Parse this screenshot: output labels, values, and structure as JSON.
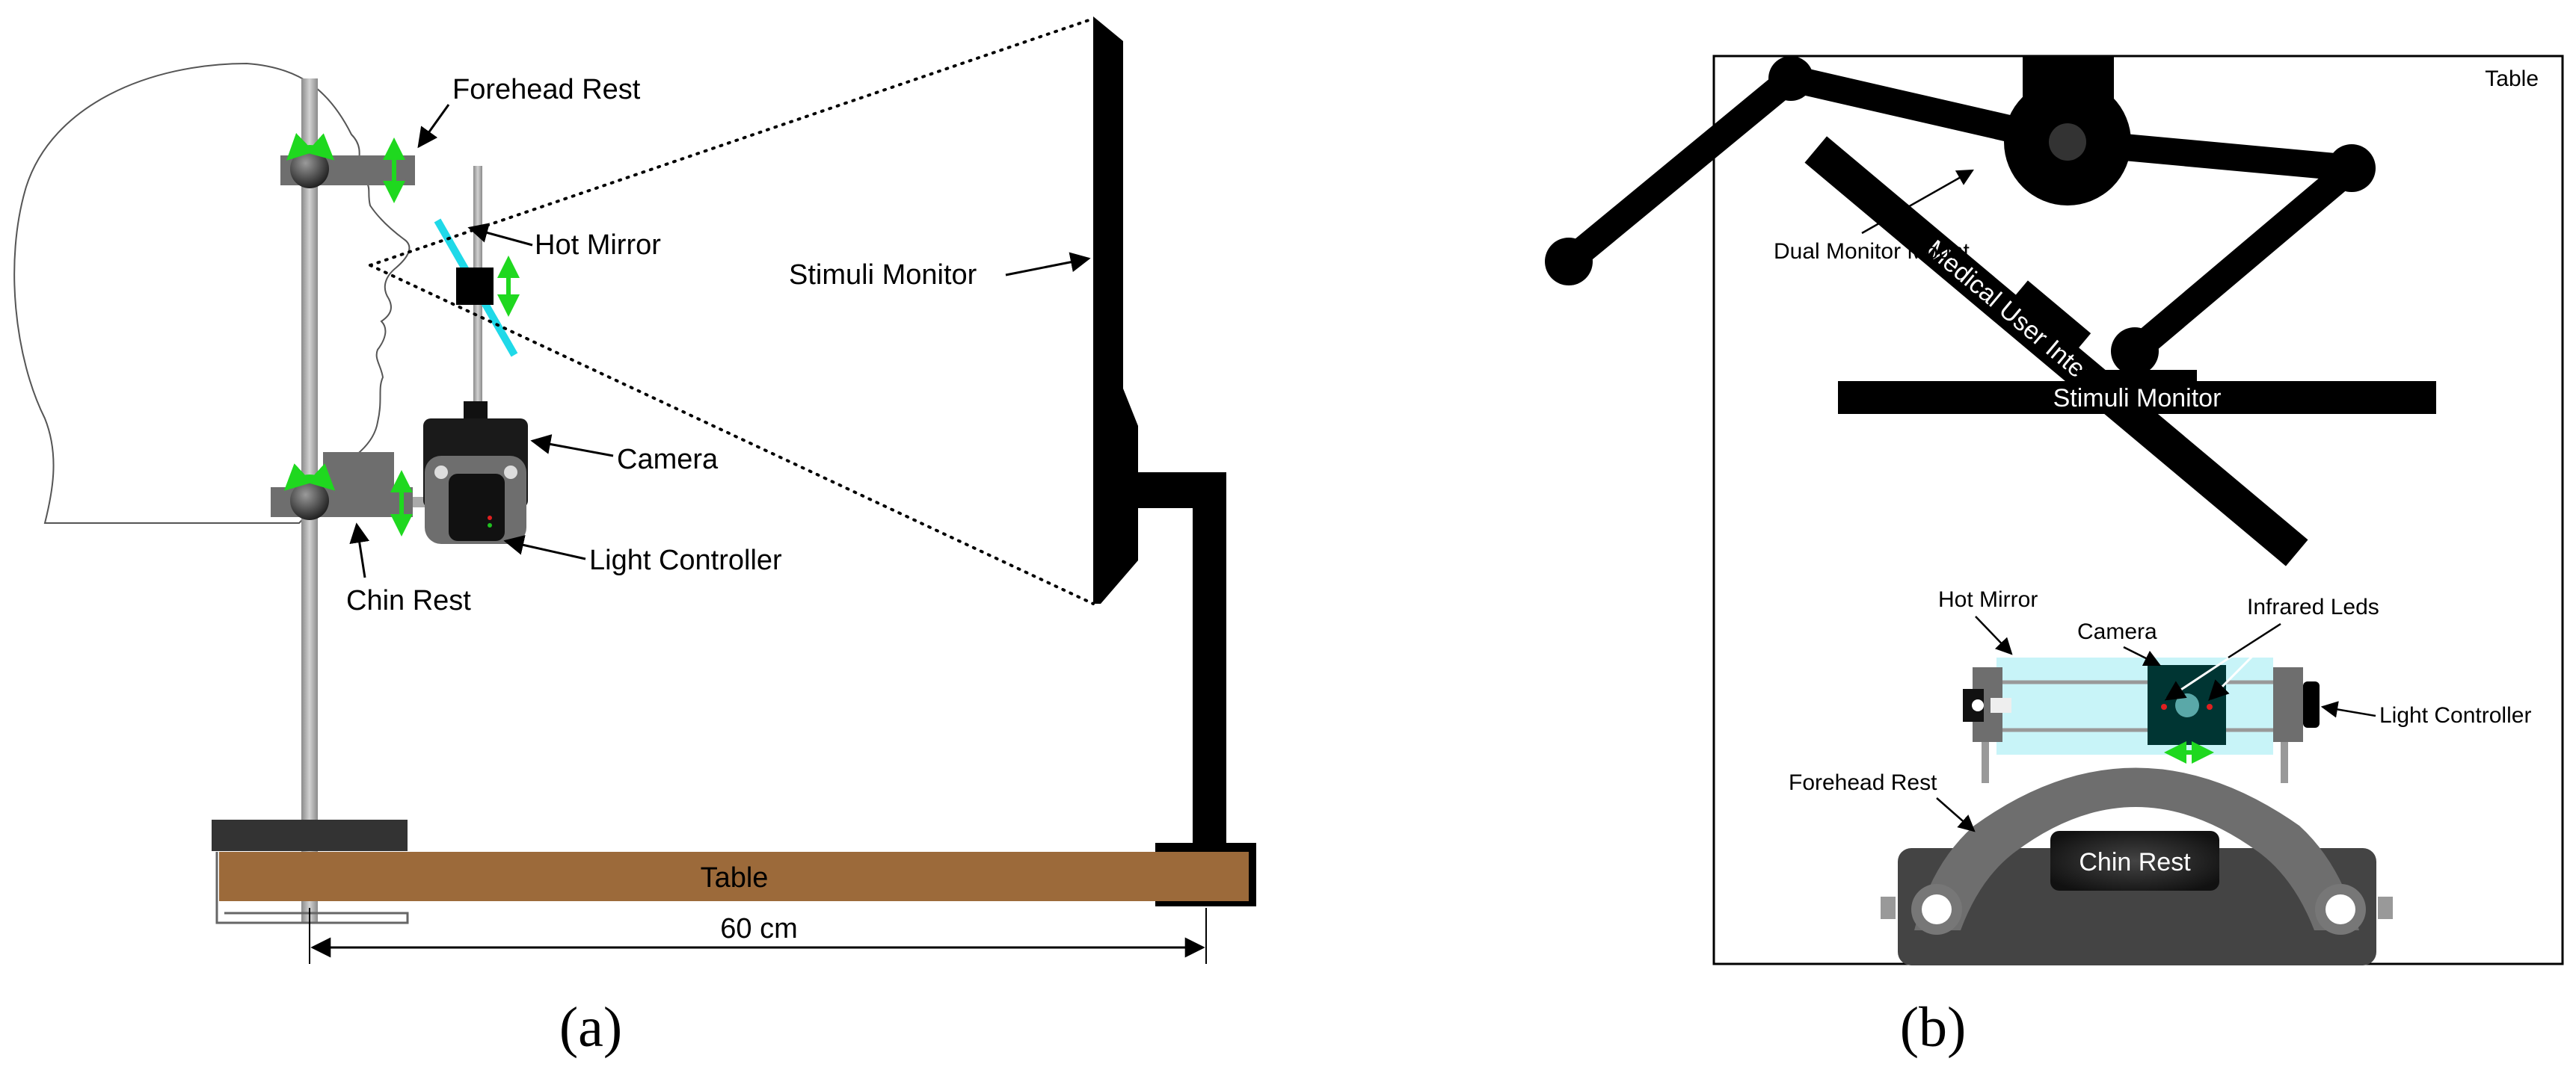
{
  "panel_a": {
    "labels": {
      "forehead_rest": "Forehead Rest",
      "hot_mirror": "Hot Mirror",
      "stimuli_monitor": "Stimuli Monitor",
      "camera": "Camera",
      "light_controller": "Light Controller",
      "chin_rest": "Chin Rest",
      "table": "Table",
      "distance": "60 cm"
    },
    "caption": "(a)"
  },
  "panel_b": {
    "labels": {
      "table": "Table",
      "dual_monitor_mount": "Dual Monitor Mount",
      "medical_user_interface": "Medical User Interface",
      "stimuli_monitor": "Stimuli Monitor",
      "hot_mirror": "Hot Mirror",
      "camera": "Camera",
      "infrared_leds": "Infrared Leds",
      "light_controller": "Light Controller",
      "forehead_rest": "Forehead Rest",
      "chin_rest": "Chin Rest"
    },
    "caption": "(b)"
  },
  "colors": {
    "table_wood": "#9c6a3a",
    "adjust_arrow": "#1fd81f",
    "hot_mirror": "#1fd9e8",
    "mirror_glass": "#c8f4f8",
    "rod": "#a8a8a8",
    "dark": "#000000"
  }
}
